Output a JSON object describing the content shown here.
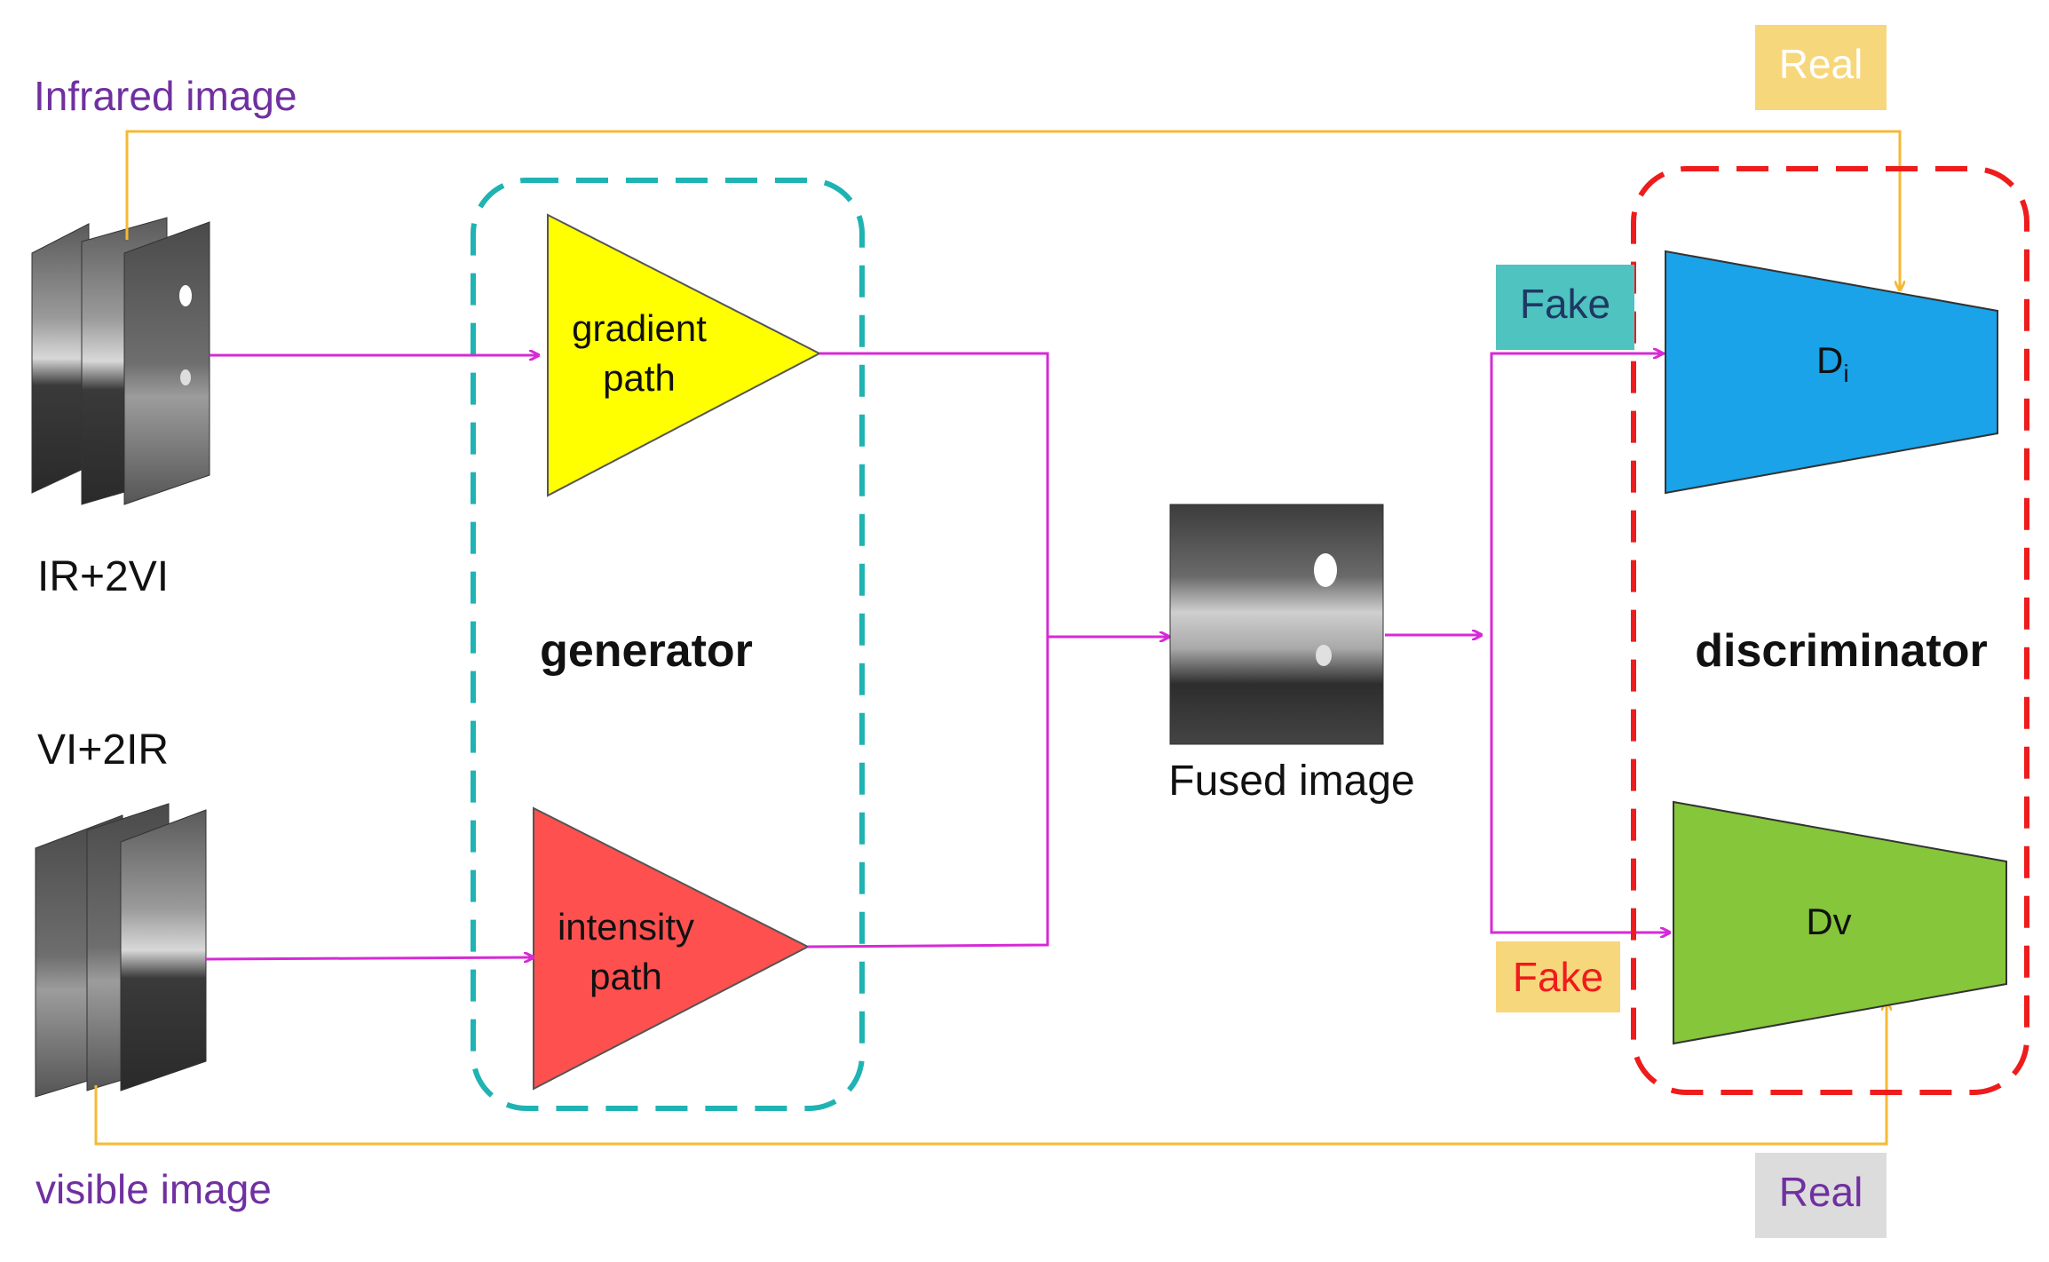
{
  "labels": {
    "infrared_image": "Infrared image",
    "visible_image": "visible image",
    "ir_2vi": "IR+2VI",
    "vi_2ir": "VI+2IR",
    "generator": "generator",
    "discriminator": "discriminator",
    "fused_image": "Fused image"
  },
  "generator_paths": {
    "gradient_line1": "gradient",
    "gradient_line2": "path",
    "intensity_line1": "intensity",
    "intensity_line2": "path"
  },
  "discriminators": {
    "di_base": "D",
    "di_sub": "i",
    "dv": "Dv"
  },
  "badges": {
    "real_top": "Real",
    "real_bottom": "Real",
    "fake_top": "Fake",
    "fake_bottom": "Fake"
  },
  "colors": {
    "flow_arrow": "#d62ad6",
    "real_arrow": "#f5b935",
    "generator_border": "#1fb3b3",
    "discriminator_border": "#ee1c1c",
    "gradient_path": "#ffff00",
    "intensity_path": "#ff5050",
    "di_fill": "#1aa3e8",
    "dv_fill": "#86c63a",
    "label_purple": "#7030a0",
    "real_top_bg": "#f7d77c",
    "real_bottom_bg": "#dcdcdc",
    "fake_top_bg": "#4fc3c0",
    "fake_bottom_bg": "#f7d77c"
  }
}
